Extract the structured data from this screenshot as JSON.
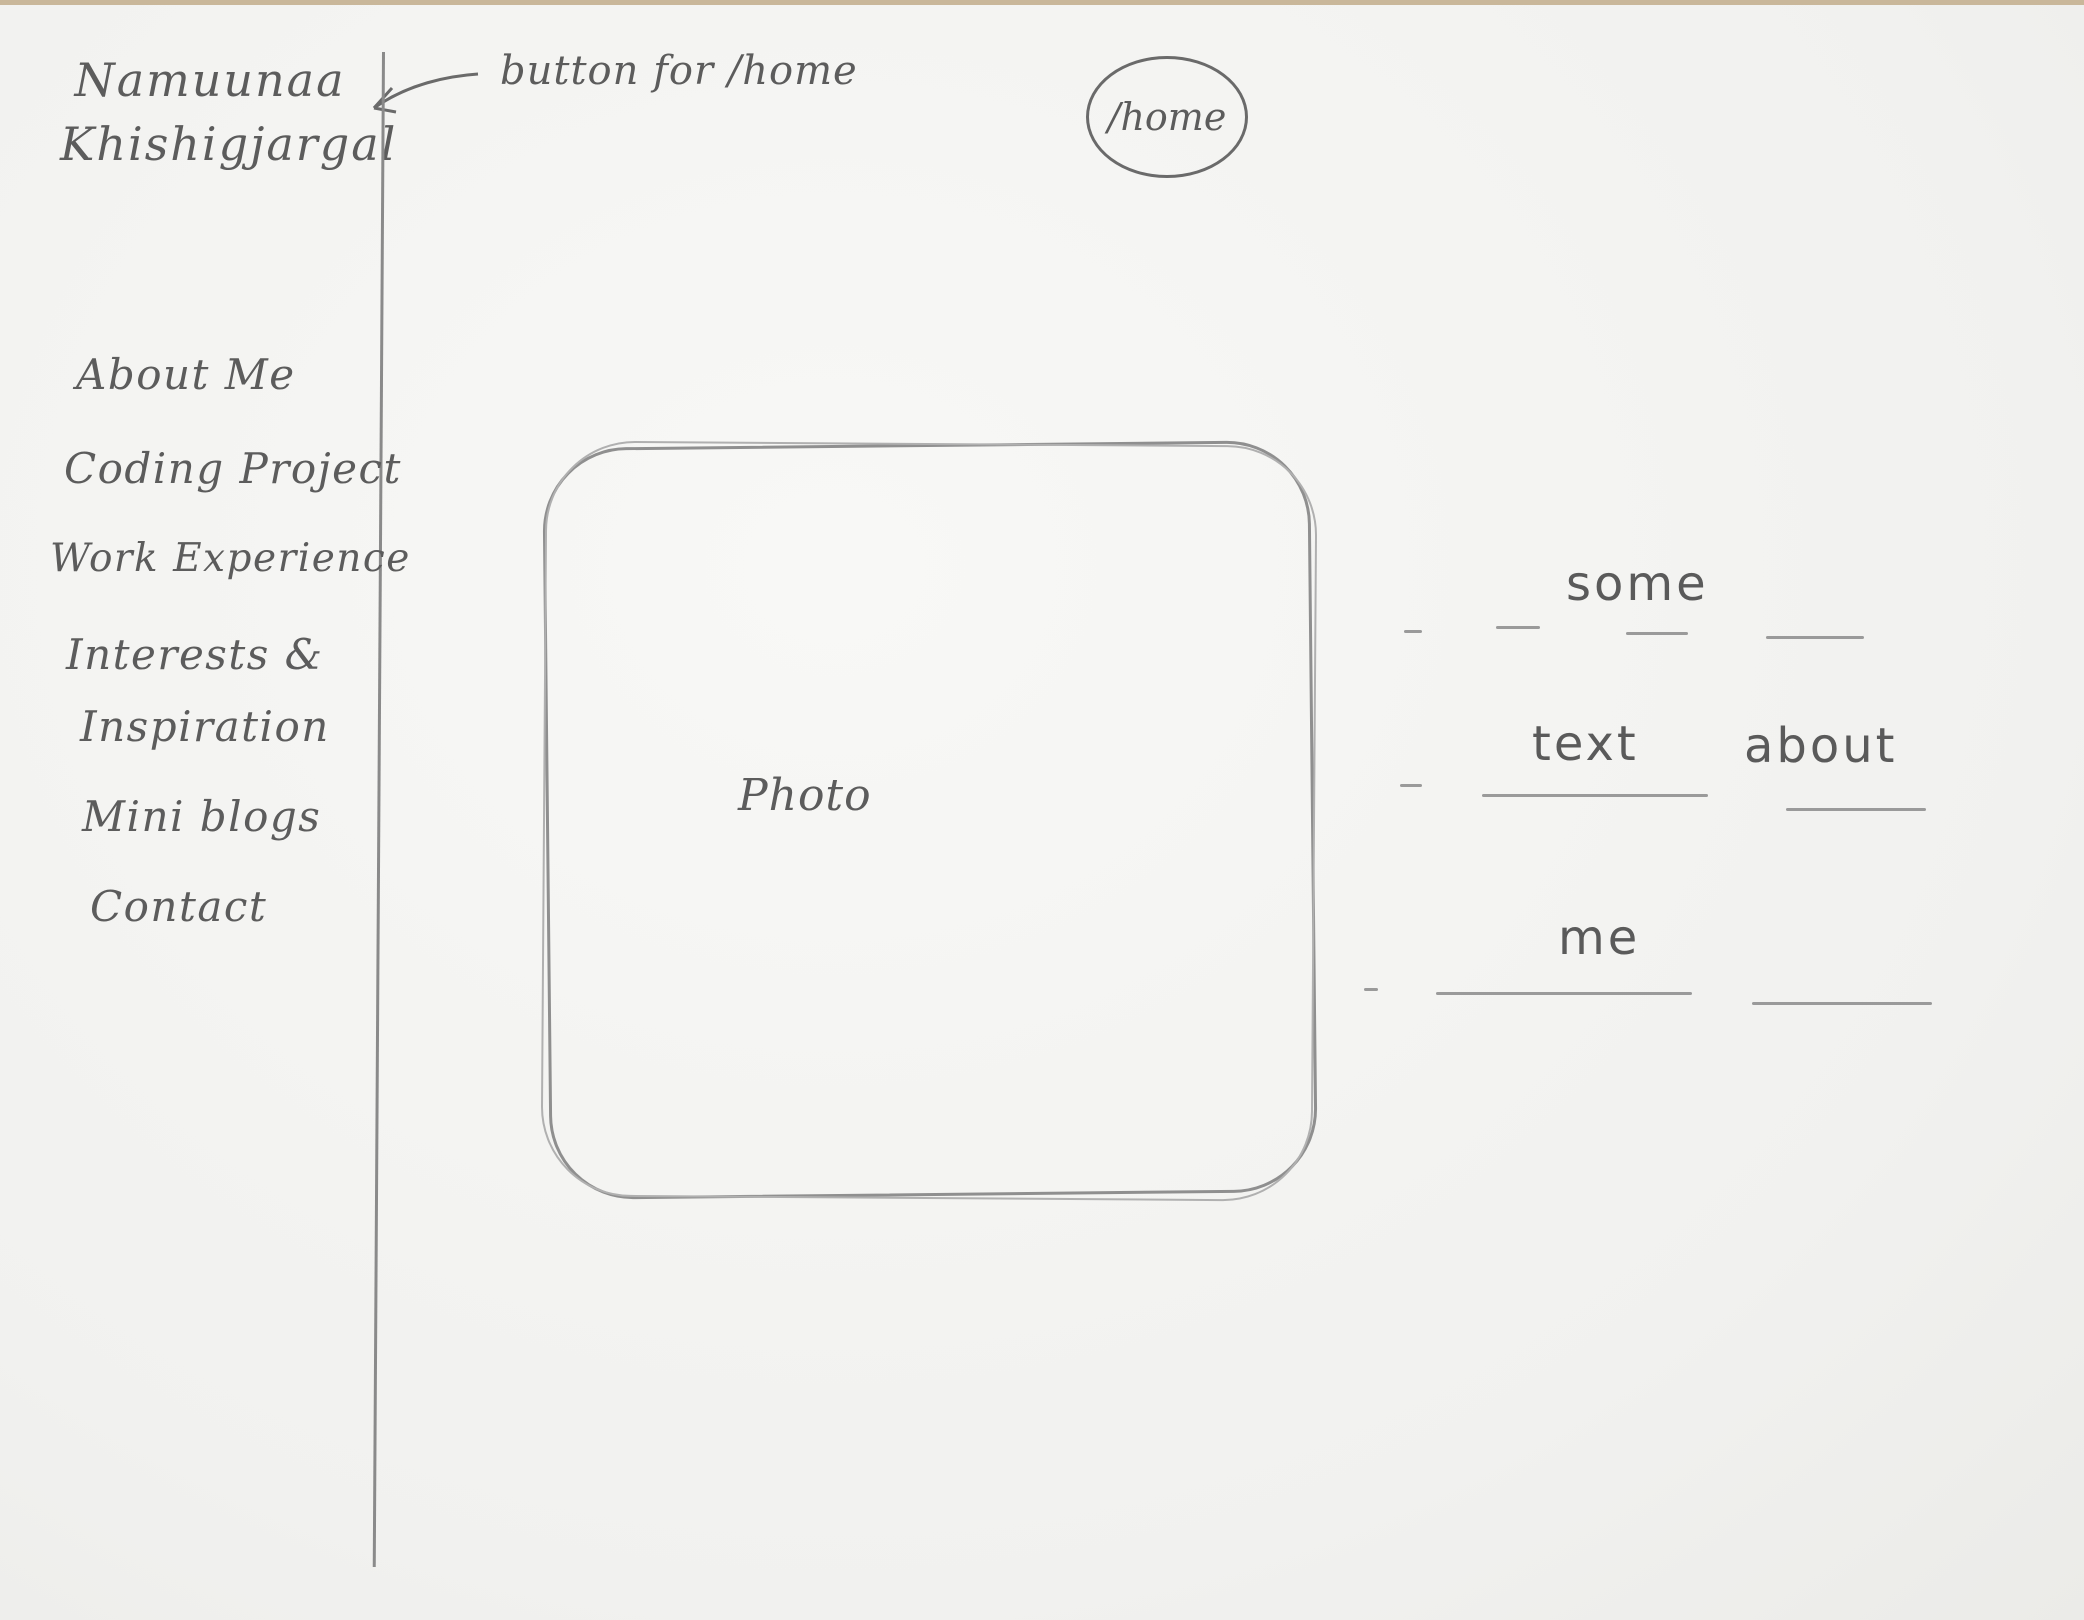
{
  "sidebar": {
    "site_name_line1": "Namuunaa",
    "site_name_line2": "Khishigjargal",
    "nav_items": [
      {
        "label": "About Me"
      },
      {
        "label": "Coding Project"
      },
      {
        "label": "Work Experience"
      },
      {
        "label": "Interests &"
      },
      {
        "label": "Inspiration"
      },
      {
        "label": "Mini blogs"
      },
      {
        "label": "Contact"
      }
    ]
  },
  "annotation": {
    "text": "button for /home"
  },
  "header": {
    "home_button_label": "/home"
  },
  "main": {
    "photo_label": "Photo",
    "about_text": {
      "word1": "some",
      "word2": "text",
      "word3": "about",
      "word4": "me"
    }
  }
}
